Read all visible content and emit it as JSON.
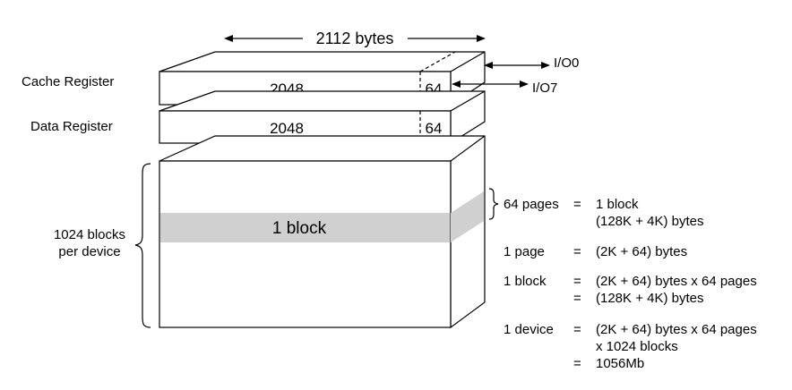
{
  "top_dimension": "2112 bytes",
  "cache_register": {
    "label": "Cache Register",
    "main_value": "2048",
    "spare_value": "64",
    "io_top": "I/O0",
    "io_bottom": "I/O7"
  },
  "data_register": {
    "label": "Data Register",
    "main_value": "2048",
    "spare_value": "64"
  },
  "array": {
    "side_label_line1": "1024 blocks",
    "side_label_line2": "per device",
    "block_label": "1 block"
  },
  "legend": {
    "pages_term": "64 pages",
    "pages_eq": "=",
    "pages_def1": "1 block",
    "pages_def2": "(128K + 4K) bytes",
    "page_term": "1 page",
    "page_eq": "=",
    "page_def": "(2K + 64) bytes",
    "block_term": "1 block",
    "block_eq1": "=",
    "block_def1": "(2K + 64) bytes x 64 pages",
    "block_eq2": "=",
    "block_def2": "(128K + 4K) bytes",
    "device_term": "1 device",
    "device_eq1": "=",
    "device_def1": "(2K + 64) bytes x 64 pages",
    "device_def2": "x 1024 blocks",
    "device_eq2": "=",
    "device_def3": "1056Mb"
  },
  "colors": {
    "block_band": "#d0d0d0",
    "line": "#000000",
    "background": "#ffffff"
  }
}
